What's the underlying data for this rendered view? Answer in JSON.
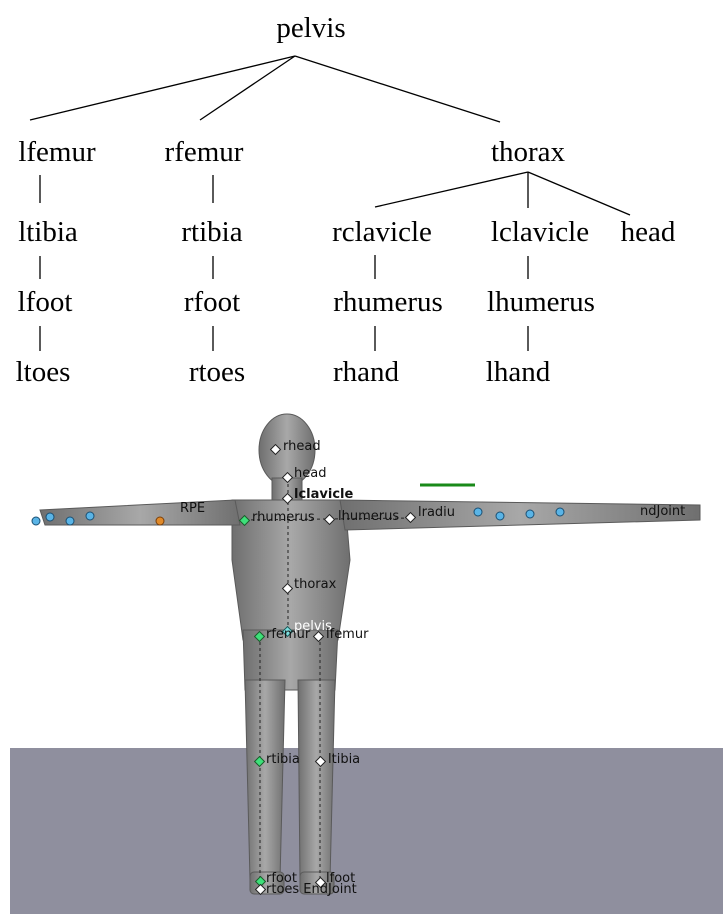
{
  "hierarchy": {
    "root": "pelvis",
    "level1": [
      "lfemur",
      "rfemur",
      "thorax"
    ],
    "left_leg": [
      "lfemur",
      "ltibia",
      "lfoot",
      "ltoes"
    ],
    "right_leg": [
      "rfemur",
      "rtibia",
      "rfoot",
      "rtoes"
    ],
    "thorax_children": [
      "rclavicle",
      "lclavicle",
      "head"
    ],
    "right_arm": [
      "rclavicle",
      "rhumerus",
      "rhand"
    ],
    "left_arm": [
      "lclavicle",
      "lhumerus",
      "lhand"
    ]
  },
  "viewport": {
    "colors": {
      "floor": "#8f8f9e",
      "figure": "#8a8a8a",
      "joint_default": "#ffffff",
      "joint_selected": "#3ee07a",
      "joint_hand": "#5ab4e6",
      "joint_special": "#e08a2a",
      "highlight_bar": "#1a8a1a"
    },
    "joint_labels": {
      "head": "head",
      "lclavicle": "lclavicle",
      "rhumerus": "rhumerus",
      "lhumerus": "lhumerus",
      "lradius": "lradiu",
      "thorax": "thorax",
      "pelvis": "pelvis",
      "rfemur": "rfemur",
      "lfemur": "lfemur",
      "rtibia": "rtibia",
      "ltibia": "ltibia",
      "rfoot": "rfoot",
      "lfoot": "lfoot",
      "toes_end": "rtoes EndJoint",
      "head_top": "rhead",
      "right_hand_tag": "RPE",
      "left_hand_tag": "ndJoint"
    }
  }
}
